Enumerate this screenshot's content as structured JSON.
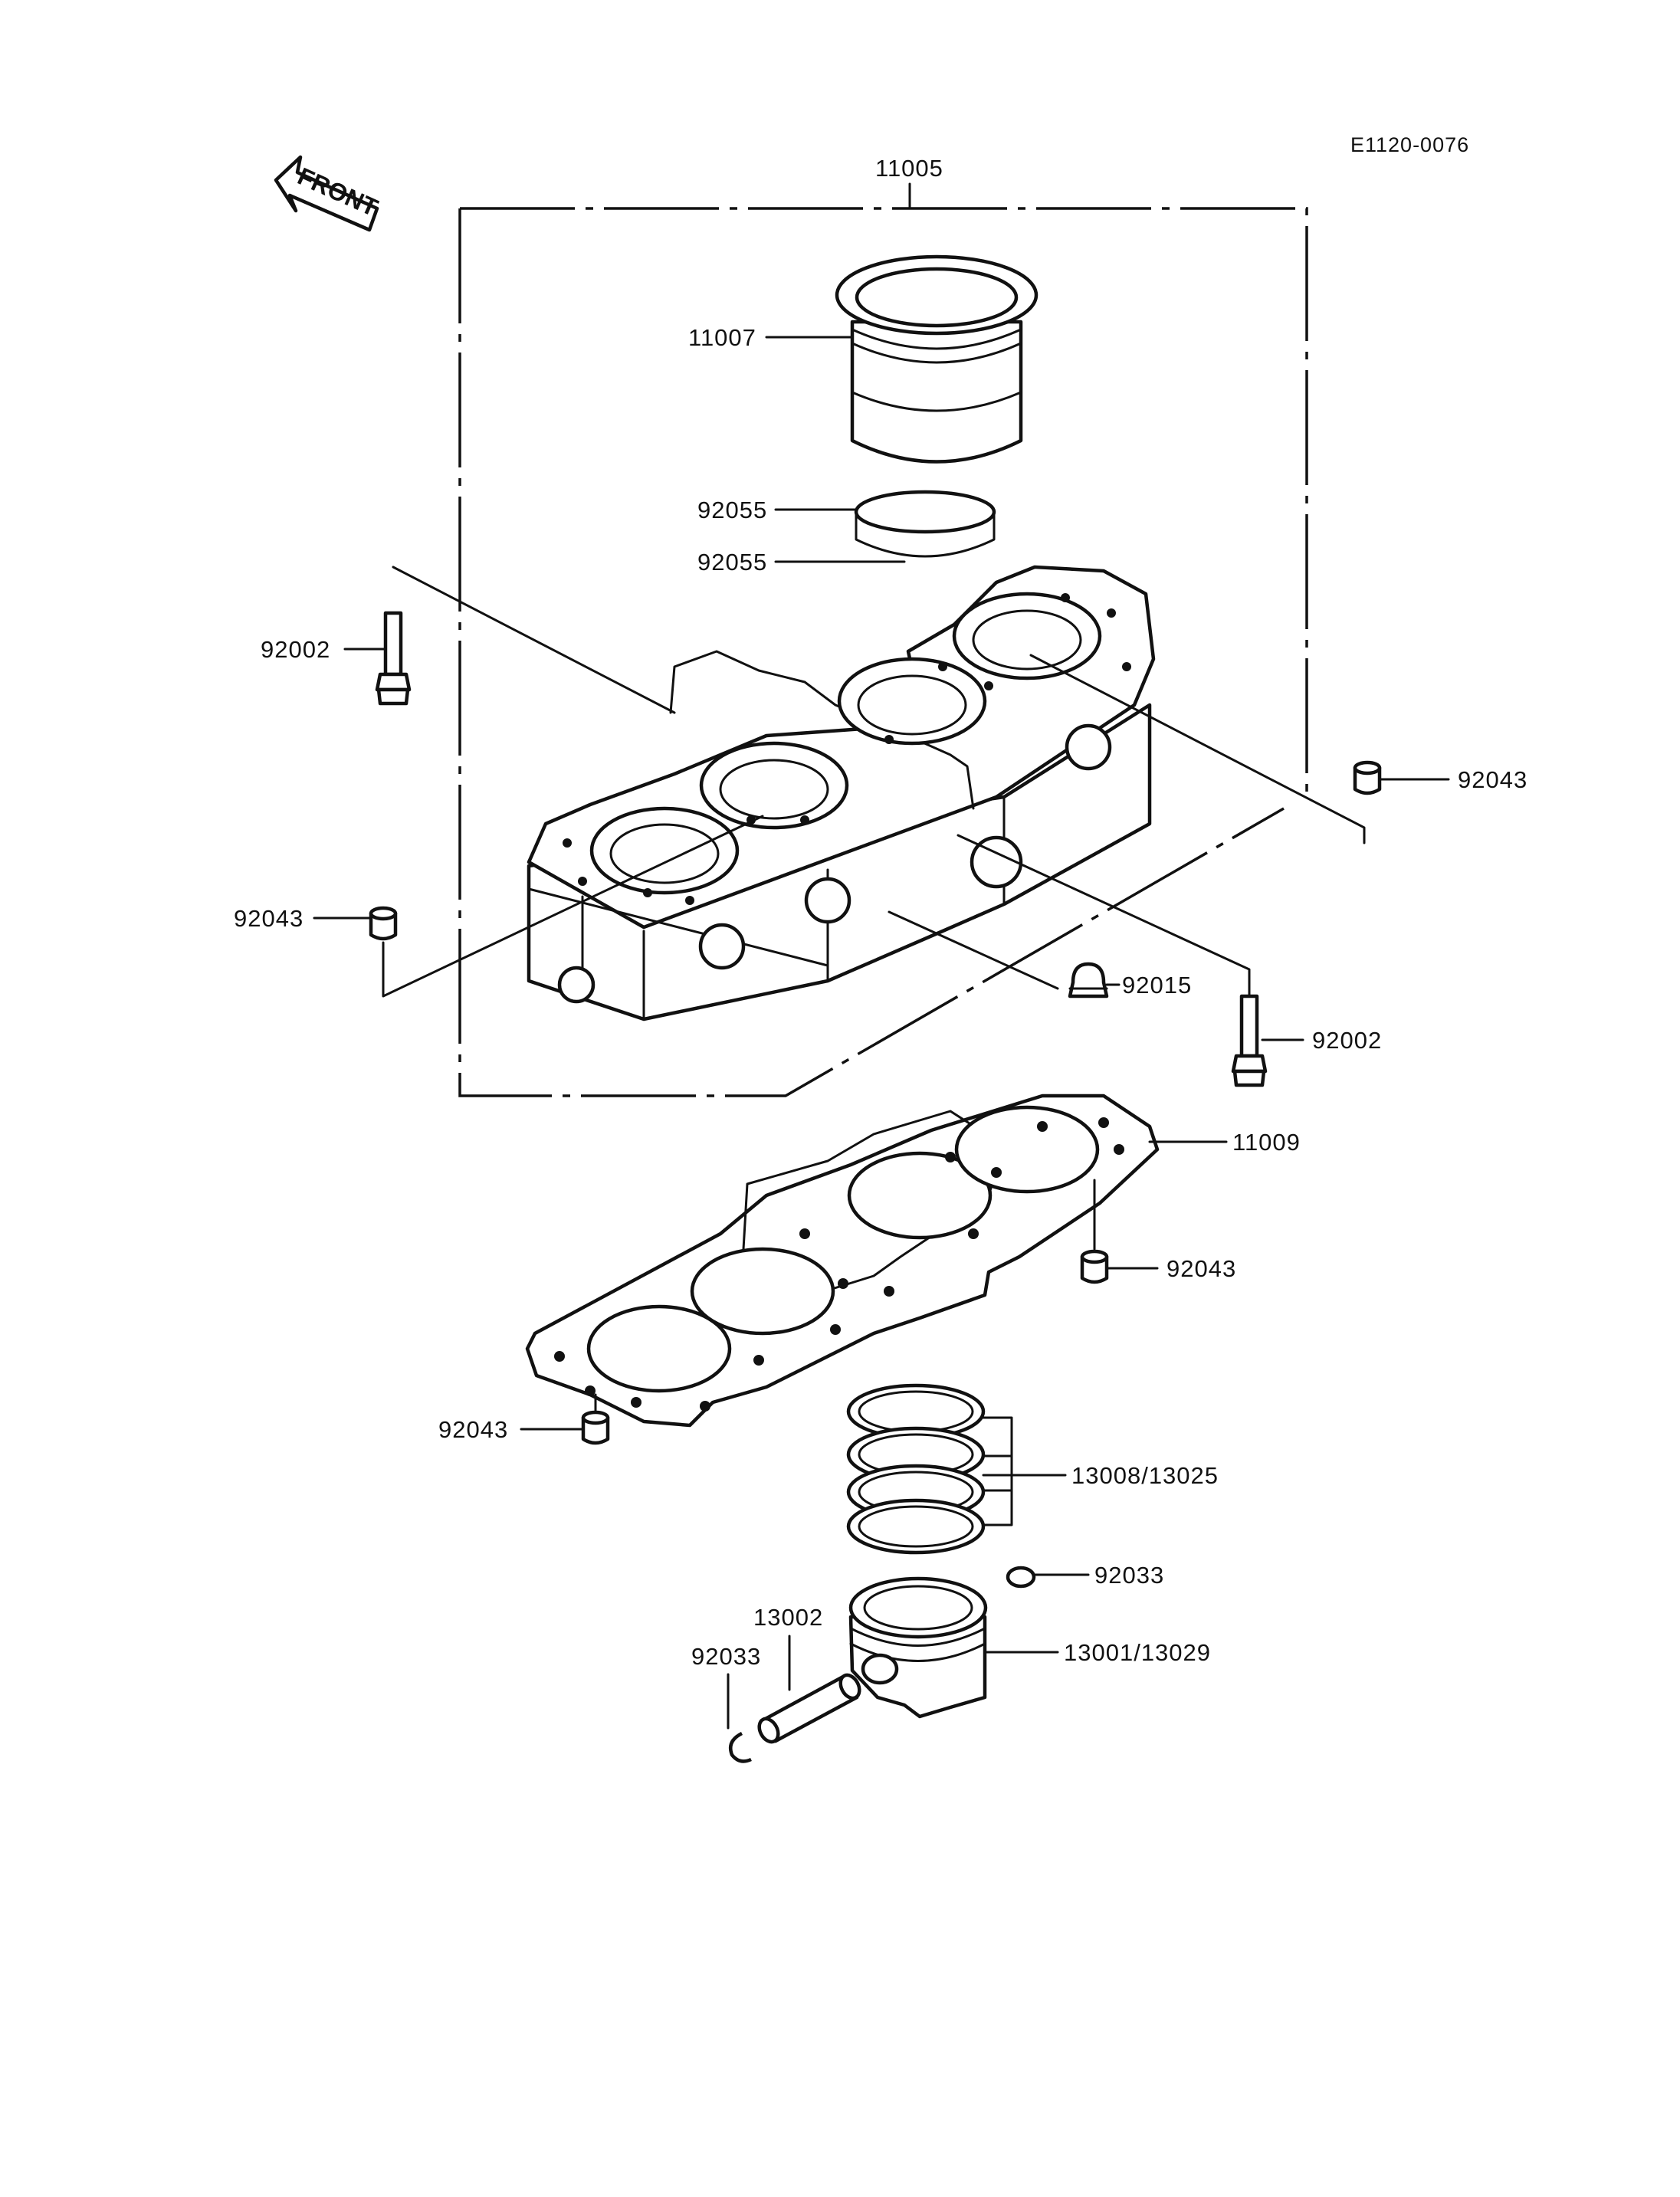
{
  "diagram_code": "E1120-0076",
  "front_label": "FRONT",
  "callouts": {
    "cylinder_assy": "11005",
    "sleeve": "11007",
    "o_ring_upper": "92055",
    "o_ring_lower": "92055",
    "bolt_left": "92002",
    "bolt_right": "92002",
    "dowel_top_right": "92043",
    "dowel_left": "92043",
    "cap": "92015",
    "base_gasket": "11009",
    "dowel_gasket_right": "92043",
    "dowel_gasket_left": "92043",
    "piston_ring_set": "13008/13025",
    "circlip_right": "92033",
    "piston_pin": "13002",
    "circlip_left": "92033",
    "piston": "13001/13029"
  }
}
